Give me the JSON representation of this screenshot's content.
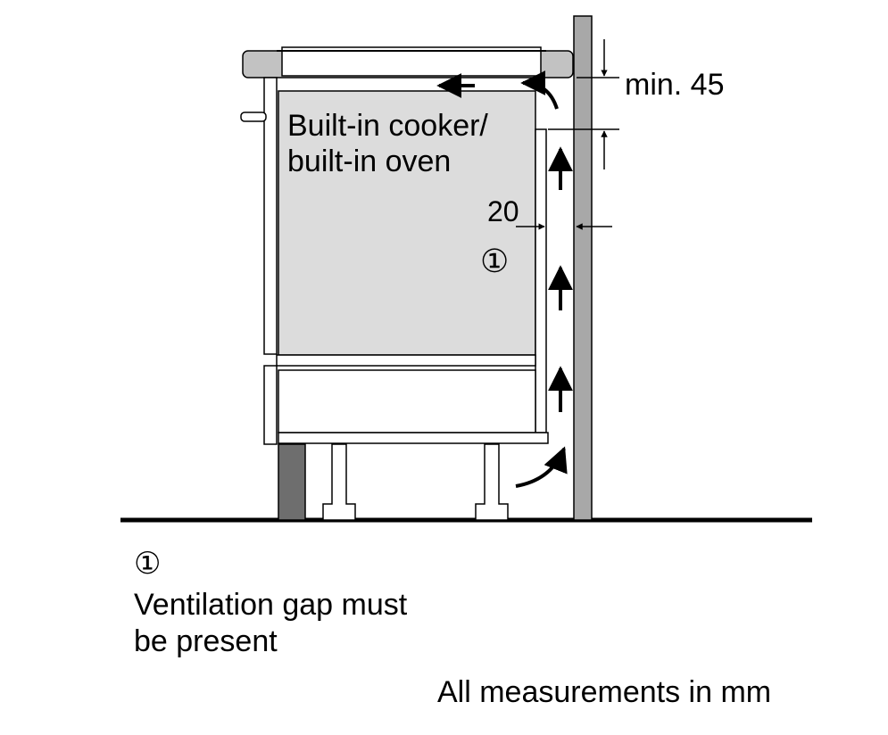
{
  "diagram": {
    "appliance_label_line1": "Built-in cooker/",
    "appliance_label_line2": "built-in oven",
    "dim_top": "min. 45",
    "dim_side": "20",
    "callout_marker": "①"
  },
  "legend": {
    "marker": "①",
    "text_line1": "Ventilation gap must",
    "text_line2": "be present"
  },
  "footer": {
    "units_note": "All measurements in mm"
  },
  "colors": {
    "panel_fill": "#dcdcdc",
    "wall_fill": "#a8a8a8",
    "dark_fill": "#6e6e6e",
    "line": "#000000"
  }
}
